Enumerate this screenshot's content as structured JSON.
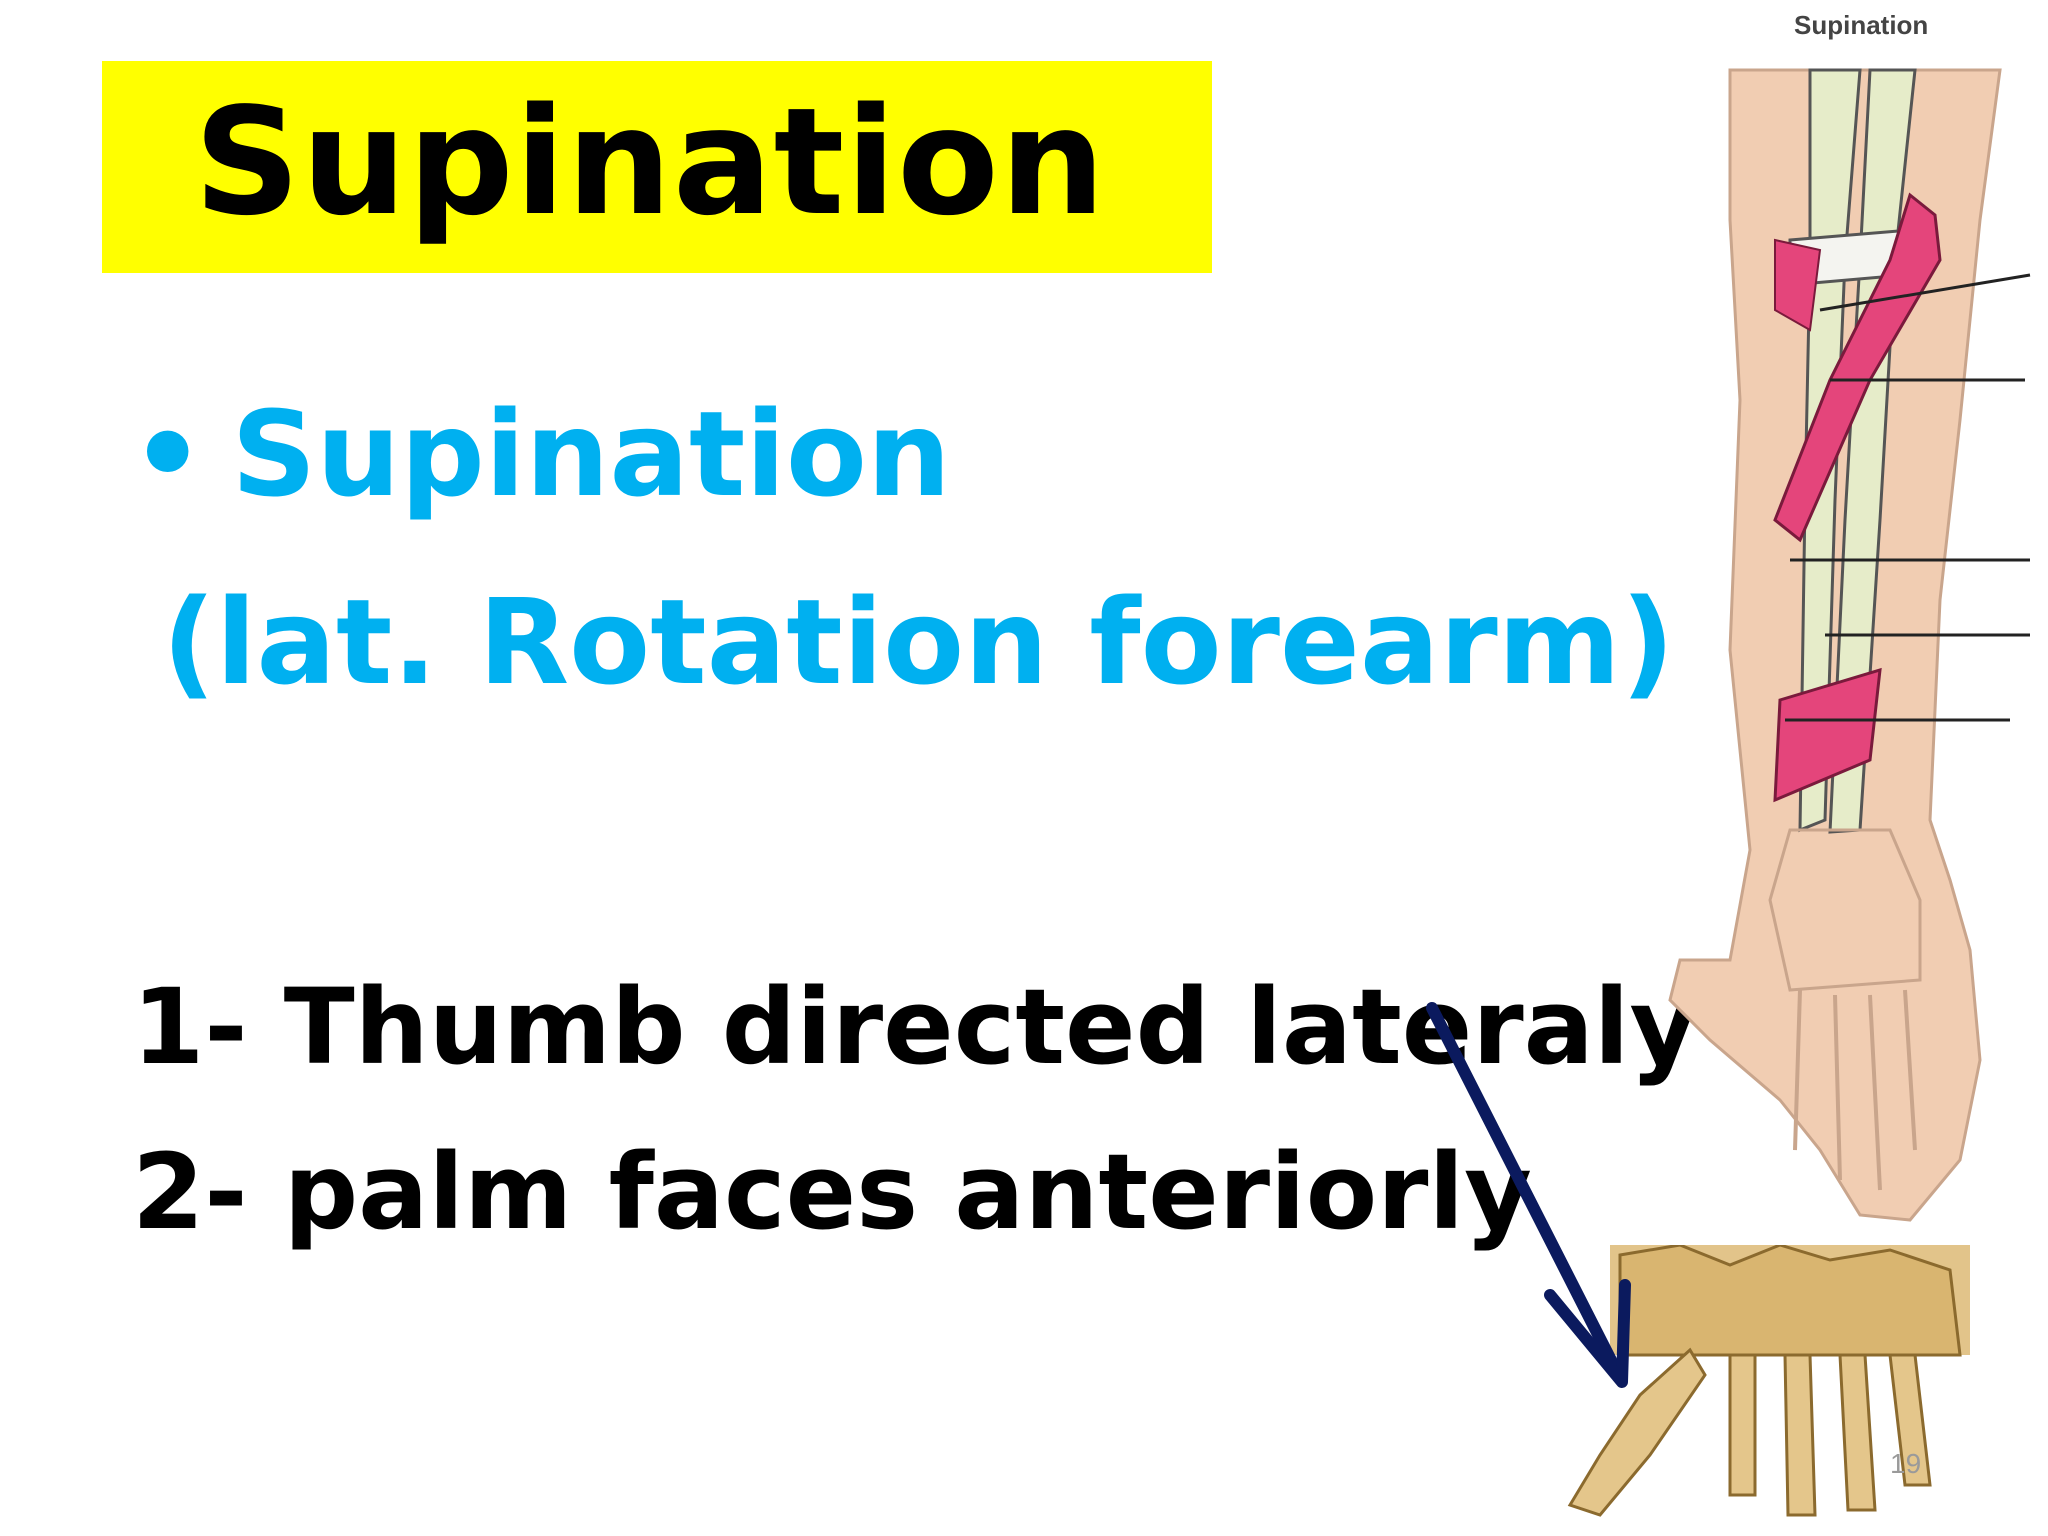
{
  "slide": {
    "title": "Supination",
    "bullet_symbol": "•",
    "bullet_text": "Supination",
    "bullet_subtext": "(lat. Rotation forearm)",
    "points": [
      "1- Thumb directed lateraly",
      "2- palm faces anteriorly"
    ],
    "figure_label": "Supination",
    "page_number": "19"
  },
  "colors": {
    "title_highlight": "#ffff00",
    "bullet_text": "#00b0f0",
    "body_text": "#000000",
    "arrow": "#0b1a5e"
  },
  "icons": {
    "arrow": "arrow-down-right-icon"
  }
}
